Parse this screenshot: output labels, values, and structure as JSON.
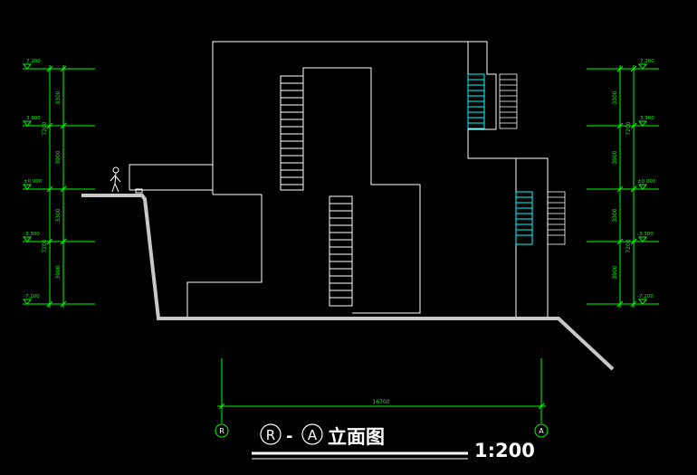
{
  "drawing": {
    "levels": [
      "7.200",
      "3.900",
      "±0.000",
      "-3.300",
      "-7.200"
    ],
    "vertical_dims_inner": [
      "3300",
      "3900",
      "3300",
      "3900"
    ],
    "vertical_dims_outer": [
      "7200",
      "7200"
    ],
    "horizontal_dim": "16700",
    "axis_start": "R",
    "axis_end": "A",
    "title_start": "R",
    "title_separator": "-",
    "title_end": "A",
    "title_text": "立面图",
    "scale": "1:200"
  },
  "colors": {
    "background": "#000000",
    "building": "#ffffff",
    "dimension": "#00ff00",
    "glazing": "#00ffff",
    "ground": "#c8c8c8"
  }
}
